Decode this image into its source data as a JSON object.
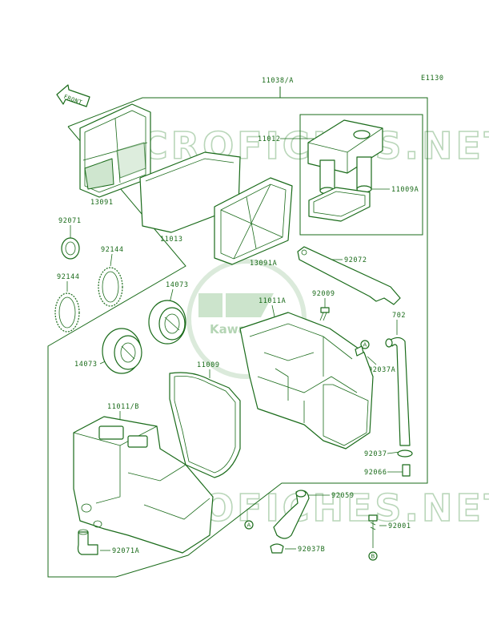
{
  "diagram": {
    "figure_code": "E1130",
    "front_label": "FRONT",
    "watermark": "MICROFICHES.NET",
    "logo_text": "Kawasaki",
    "callouts": [
      {
        "id": "p11038A",
        "text": "11038/A"
      },
      {
        "id": "p11012",
        "text": "11012"
      },
      {
        "id": "p11009A",
        "text": "11009A"
      },
      {
        "id": "p13091",
        "text": "13091"
      },
      {
        "id": "p11013",
        "text": "11013"
      },
      {
        "id": "p13091A",
        "text": "13091A"
      },
      {
        "id": "p92071",
        "text": "92071"
      },
      {
        "id": "p92144a",
        "text": "92144"
      },
      {
        "id": "p92144b",
        "text": "92144"
      },
      {
        "id": "p92072",
        "text": "92072"
      },
      {
        "id": "p14073a",
        "text": "14073"
      },
      {
        "id": "p14073b",
        "text": "14073"
      },
      {
        "id": "p11011A",
        "text": "11011A"
      },
      {
        "id": "p92009",
        "text": "92009"
      },
      {
        "id": "p702",
        "text": "702"
      },
      {
        "id": "p11009",
        "text": "11009"
      },
      {
        "id": "p92037A",
        "text": "92037A"
      },
      {
        "id": "p11011B",
        "text": "11011/B"
      },
      {
        "id": "p92037",
        "text": "92037"
      },
      {
        "id": "p92066",
        "text": "92066"
      },
      {
        "id": "p92059",
        "text": "92059"
      },
      {
        "id": "p92001",
        "text": "92001"
      },
      {
        "id": "p92071A",
        "text": "92071A"
      },
      {
        "id": "p92037B",
        "text": "92037B"
      }
    ],
    "circle_markers": {
      "A": "A",
      "B": "B"
    }
  }
}
